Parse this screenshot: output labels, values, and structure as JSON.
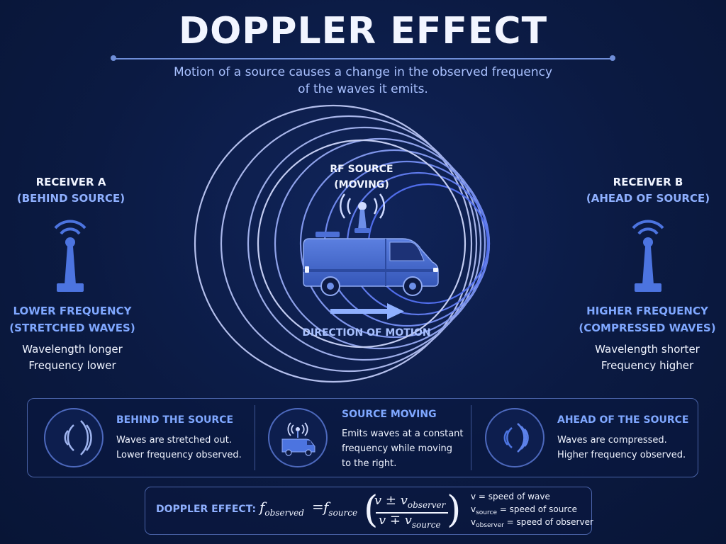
{
  "title": "DOPPLER EFFECT",
  "subtitle_line1": "Motion of a source causes a change in the observed frequency",
  "subtitle_line2": "of the waves it emits.",
  "receiver_a": {
    "name": "RECEIVER A",
    "position": "(BEHIND SOURCE)",
    "freq_line1": "LOWER FREQUENCY",
    "freq_line2": "(STRETCHED WAVES)",
    "note_line1": "Wavelength longer",
    "note_line2": "Frequency lower"
  },
  "receiver_b": {
    "name": "RECEIVER B",
    "position": "(AHEAD OF SOURCE)",
    "freq_line1": "HIGHER FREQUENCY",
    "freq_line2": "(COMPRESSED WAVES)",
    "note_line1": "Wavelength shorter",
    "note_line2": "Frequency higher"
  },
  "source": {
    "line1": "RF SOURCE",
    "line2": "(MOVING)",
    "motion_label": "DIRECTION OF MOTION"
  },
  "panels": [
    {
      "title": "BEHIND THE SOURCE",
      "line1": "Waves are stretched out.",
      "line2": "Lower frequency observed.",
      "line3": "",
      "icon": "stretched-waves-icon"
    },
    {
      "title": "SOURCE MOVING",
      "line1": "Emits waves at a constant",
      "line2": "frequency while moving",
      "line3": "to the right.",
      "icon": "van-antenna-icon"
    },
    {
      "title": "AHEAD OF THE SOURCE",
      "line1": "Waves are compressed.",
      "line2": "Higher frequency observed.",
      "line3": "",
      "icon": "compressed-waves-icon"
    }
  ],
  "formula": {
    "label": "DOPPLER EFFECT:",
    "lhs": "f",
    "lhs_sub": "observed",
    "equals": "=",
    "rhs": "f",
    "rhs_sub": "source",
    "num": "v ± v",
    "num_sub": "observer",
    "den": "v ∓ v",
    "den_sub": "source"
  },
  "legend": [
    {
      "sym": "v",
      "sub": "",
      "text": " = speed of wave"
    },
    {
      "sym": "v",
      "sub": "source",
      "text": " = speed of source"
    },
    {
      "sym": "v",
      "sub": "observer",
      "text": " = speed of observer"
    }
  ],
  "colors": {
    "background": "#0b1a42",
    "accent": "#7fa7ff",
    "wave_behind": "#aab6e8",
    "wave_ahead": "#3d64e6",
    "icon_blue": "#4c74e0"
  }
}
